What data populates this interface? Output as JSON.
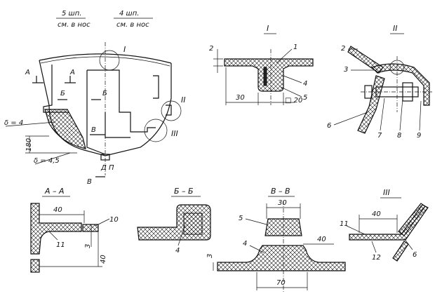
{
  "main_view": {
    "header_left": "5 шп.",
    "header_left_sub": "см. в нос",
    "header_right": "4 шп.",
    "header_right_sub": "см. в нос",
    "callout_I": "I",
    "callout_II": "II",
    "callout_III": "III",
    "cut_A_left": "А",
    "cut_A_right": "А",
    "cut_B_left": "Б",
    "cut_B_right": "Б",
    "cut_V_top": "В",
    "cut_V_bottom": "В",
    "delta_top": "δ = 4",
    "delta_bottom": "δ = 4,5",
    "dim_180": "180",
    "dp": "Д П"
  },
  "detail_I": {
    "title": "I",
    "dim_2": "2",
    "dim_30": "30",
    "dim_sq20": "□ 20",
    "n1": "1",
    "n4": "4",
    "n5": "5"
  },
  "detail_II": {
    "title": "II",
    "n2": "2",
    "n3": "3",
    "n6": "6",
    "n7": "7",
    "n8": "8",
    "n9": "9"
  },
  "section_AA": {
    "title": "А – А",
    "dim_40": "40",
    "dim_3": "3",
    "dim_40v": "40",
    "n10": "10",
    "n11": "11"
  },
  "section_BB": {
    "title": "Б – Б",
    "n4": "4"
  },
  "section_VV": {
    "title": "В – В",
    "dim_30": "30",
    "dim_40": "40",
    "dim_3": "3",
    "dim_70": "70",
    "n4": "4",
    "n5": "5"
  },
  "detail_III": {
    "title": "III",
    "dim_40": "40",
    "n6": "6",
    "n11": "11",
    "n12": "12"
  }
}
